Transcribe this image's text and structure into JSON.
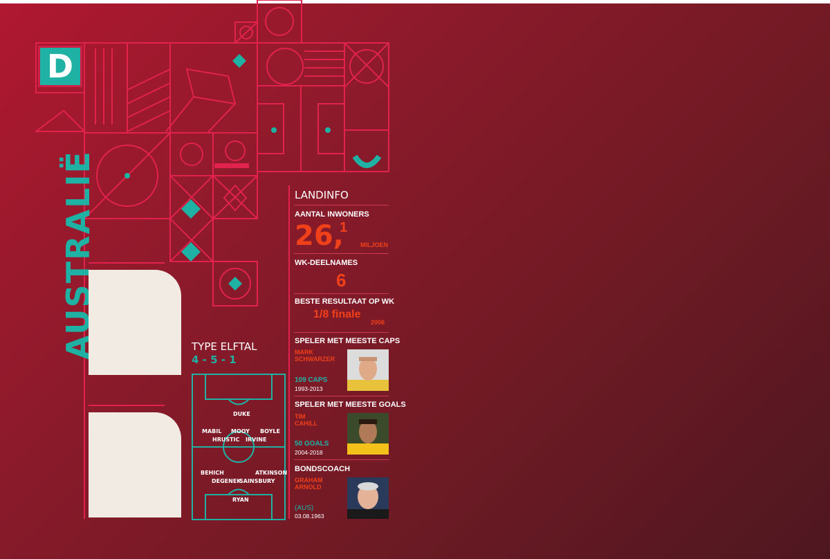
{
  "group_badge": "D",
  "country": "AUSTRALIË",
  "lineup": {
    "title": "TYPE ELFTAL",
    "formation": "4 - 5 - 1",
    "players": {
      "st": "DUKE",
      "lm": "MABIL",
      "cm": "MOOY",
      "rm": "BOYLE",
      "dm1": "HRUSTIC",
      "dm2": "IRVINE",
      "lb": "BEHICH",
      "rb": "ATKINSON",
      "cb1": "DEGENEK",
      "cb2": "SAINSBURY",
      "gk": "RYAN"
    }
  },
  "landinfo": {
    "title": "LANDINFO",
    "inhabitants_label": "AANTAL INWONERS",
    "inhabitants_value": "26,",
    "inhabitants_decimal": "1",
    "inhabitants_unit": "MILJOEN",
    "wc_label": "WK-DEELNAMES",
    "wc_value": "6",
    "best_label": "BESTE RESULTAAT OP WK",
    "best_value": "1/8 finale",
    "best_year": "2006",
    "caps_label": "SPELER MET MEESTE CAPS",
    "caps_name_1": "MARK",
    "caps_name_2": "SCHWARZER",
    "caps_value": "109 CAPS",
    "caps_years": "1993-2013",
    "goals_label": "SPELER MET MEESTE GOALS",
    "goals_name_1": "TIM",
    "goals_name_2": "CAHILL",
    "goals_value": "50 GOALS",
    "goals_years": "2004-2018",
    "coach_label": "BONDSCOACH",
    "coach_name_1": "GRAHAM",
    "coach_name_2": "ARNOLD",
    "coach_nat": "(AUS)",
    "coach_born": "03.08.1963"
  },
  "colors": {
    "accent_red": "#cf1f47",
    "teal": "#1fb2a4",
    "orange": "#f0401a",
    "cream": "#f2ebe3"
  }
}
